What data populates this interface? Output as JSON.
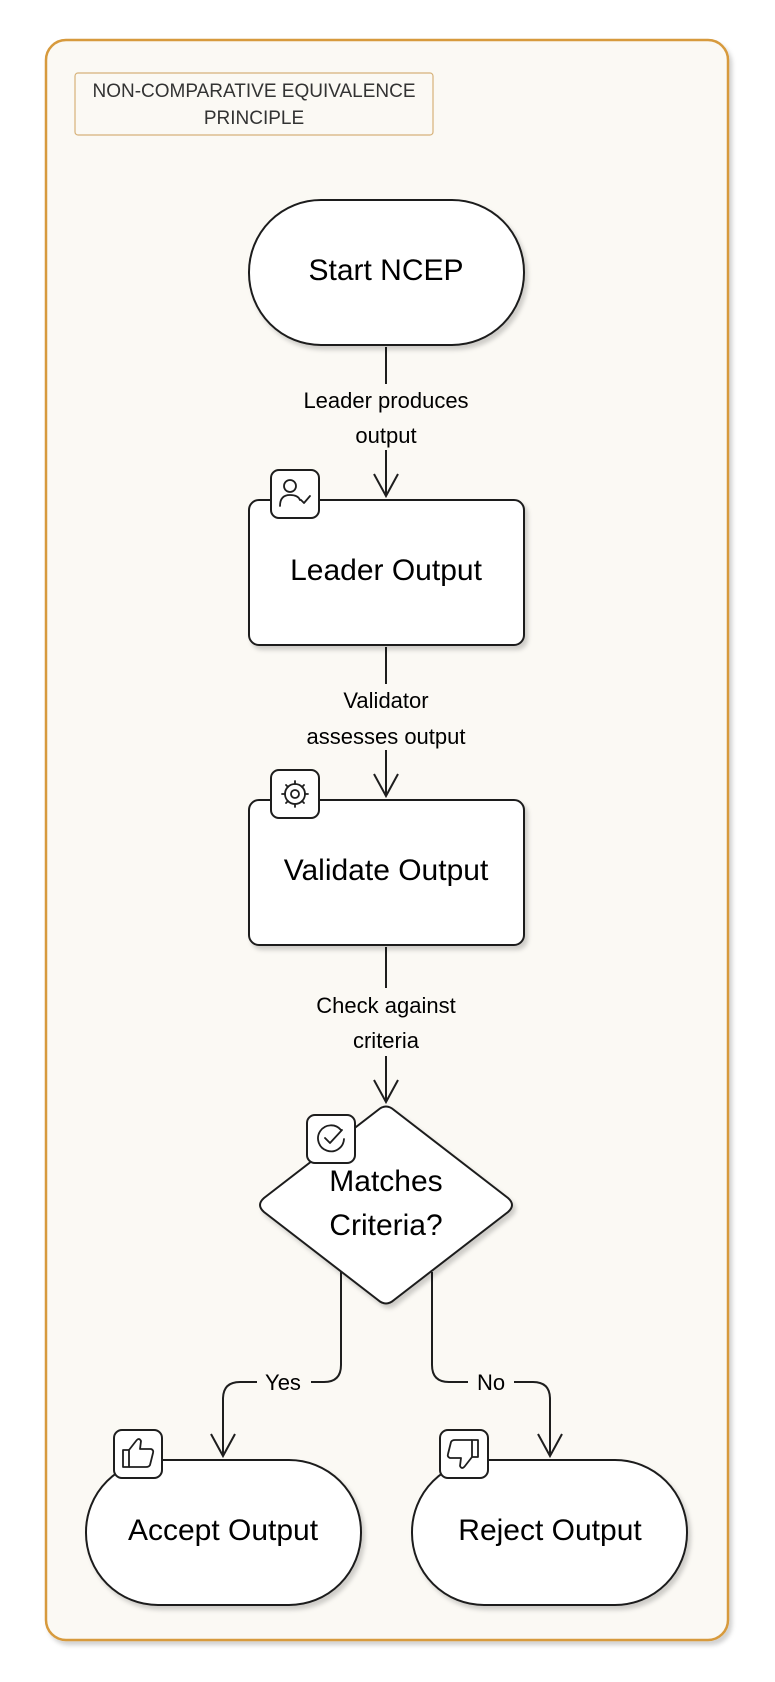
{
  "group": {
    "title_line1": "NON-COMPARATIVE EQUIVALENCE",
    "title_line2": "PRINCIPLE"
  },
  "nodes": {
    "start": "Start NCEP",
    "leader_output": "Leader Output",
    "validate_output": "Validate Output",
    "decision_line1": "Matches",
    "decision_line2": "Criteria?",
    "accept_output": "Accept Output",
    "reject_output": "Reject Output"
  },
  "edges": {
    "start_to_leader_line1": "Leader produces",
    "start_to_leader_line2": "output",
    "leader_to_validate_line1": "Validator",
    "leader_to_validate_line2": "assesses output",
    "validate_to_decision_line1": "Check against",
    "validate_to_decision_line2": "criteria",
    "yes": "Yes",
    "no": "No"
  },
  "icons": {
    "leader_output": "user-check-icon",
    "validate_output": "gear-icon",
    "decision": "circle-check-icon",
    "accept_output": "thumbs-up-icon",
    "reject_output": "thumbs-down-icon"
  },
  "colors": {
    "group_border": "#d79a3c",
    "group_fill": "#fbf9f4",
    "stroke": "#1e1e1e",
    "node_fill": "#ffffff"
  }
}
